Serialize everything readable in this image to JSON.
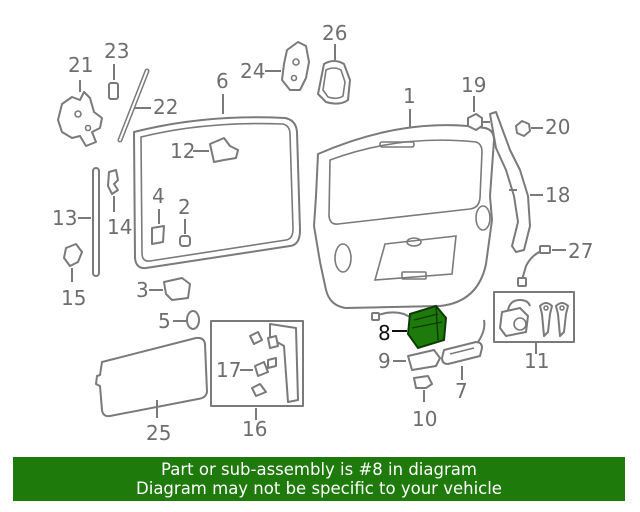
{
  "callouts": [
    "1",
    "2",
    "3",
    "4",
    "5",
    "6",
    "7",
    "8",
    "9",
    "10",
    "11",
    "12",
    "13",
    "14",
    "15",
    "16",
    "17",
    "18",
    "19",
    "20",
    "21",
    "22",
    "23",
    "24",
    "25",
    "26",
    "27"
  ],
  "highlight_color": "#1f7a0c",
  "banner": {
    "line1": "Part or sub-assembly is #8 in diagram",
    "line2": "Diagram may not be specific to your vehicle"
  }
}
